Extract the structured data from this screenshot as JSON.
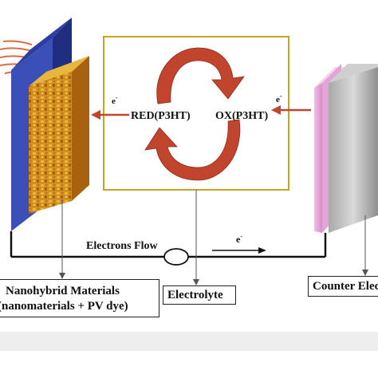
{
  "cycle": {
    "red_label": "RED(P3HT)",
    "ox_label": "OX(P3HT)",
    "electron_left": "e",
    "electron_right": "e",
    "electron_sup": "-"
  },
  "circuit": {
    "flow_label": "Electrons Flow",
    "flow_electron": "e",
    "flow_sup": "-"
  },
  "labels": {
    "nanohybrid_line1": "Nanohybrid Materials",
    "nanohybrid_line2": "(nanomaterials + PV dye)",
    "electrolyte": "Electrolyte",
    "counter": "Counter Electrode"
  },
  "colors": {
    "blue_plate": "#3a4fb8",
    "orange_material": "#d48a1c",
    "yellow_box": "#c9a227",
    "red_arrow": "#c0452c",
    "pink_plate": "#e5a3d6",
    "grey_plate": "#bfbfbf"
  }
}
